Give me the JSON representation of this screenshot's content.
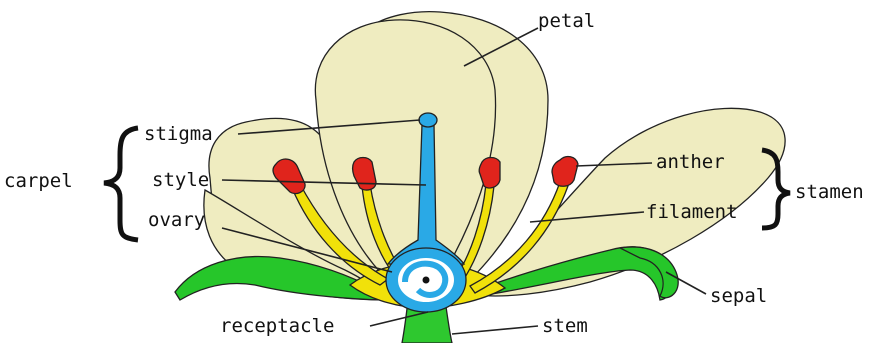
{
  "labels": {
    "petal": "petal",
    "stigma": "stigma",
    "style": "style",
    "ovary": "ovary",
    "carpel": "carpel",
    "anther": "anther",
    "filament": "filament",
    "stamen": "stamen",
    "sepal": "sepal",
    "receptacle": "receptacle",
    "stem": "stem"
  },
  "colors": {
    "petal": "#efecc0",
    "sepal": "#26c62a",
    "stem": "#2ec82f",
    "pistil": "#2aa9e6",
    "filament": "#f1e10a",
    "anther": "#e0241c",
    "receptacle": "#f1e10a"
  }
}
